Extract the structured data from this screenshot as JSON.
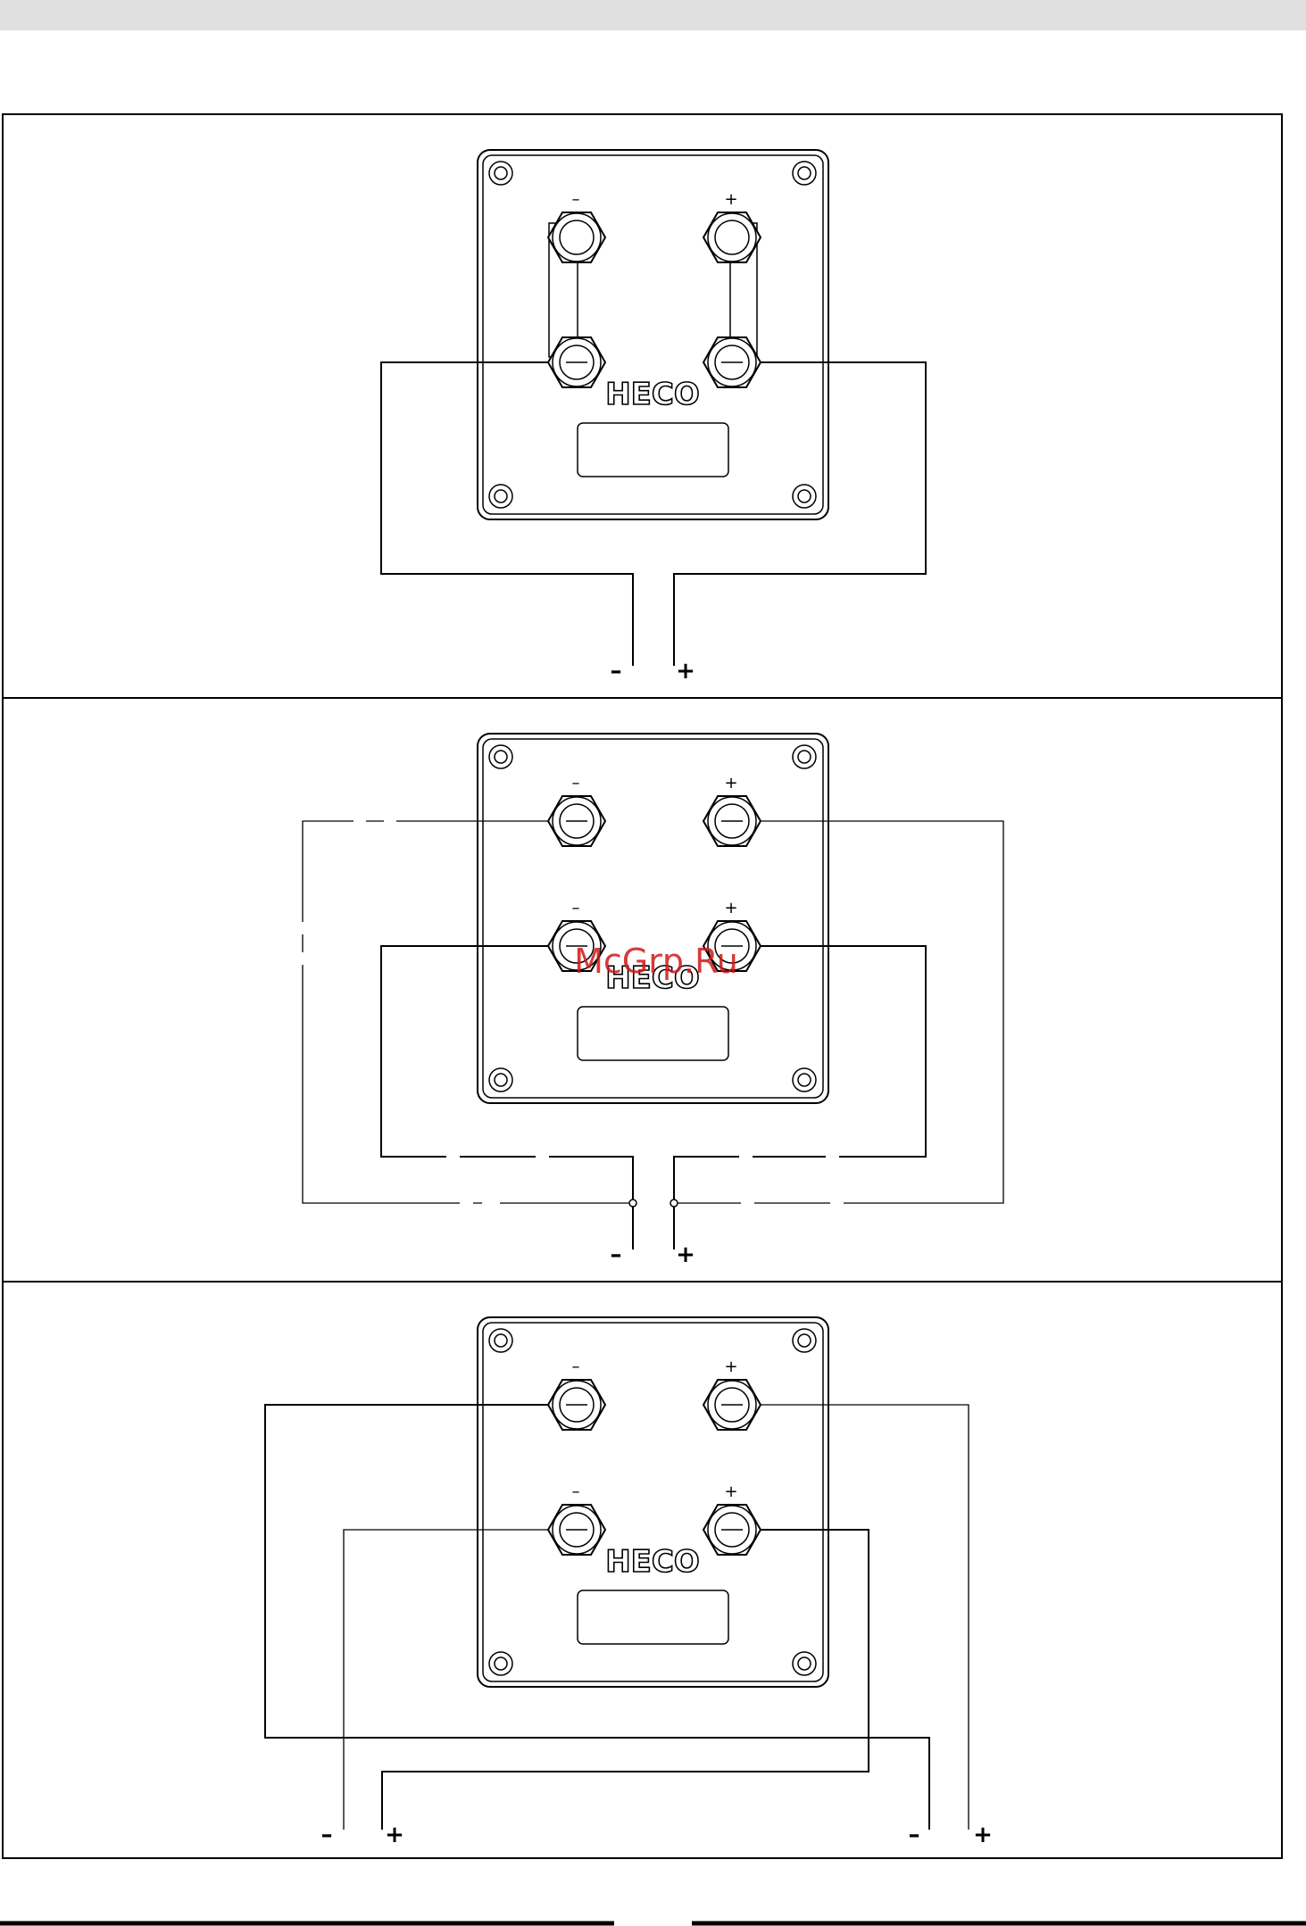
{
  "brand": "HECO",
  "watermark": "McGrp.Ru",
  "terminal_signs": {
    "minus": "–",
    "plus": "+"
  },
  "panels": [
    {
      "id": "single-wire",
      "leads": {
        "minus": "–",
        "plus": "+"
      }
    },
    {
      "id": "bi-wire",
      "leads": {
        "minus": "–",
        "plus": "+"
      }
    },
    {
      "id": "bi-amp",
      "leads_left": {
        "minus": "–",
        "plus": "+"
      },
      "leads_right": {
        "minus": "–",
        "plus": "+"
      }
    }
  ],
  "colors": {
    "line": "#000000",
    "band": "#e0e0e0",
    "watermark": "#d01818"
  }
}
